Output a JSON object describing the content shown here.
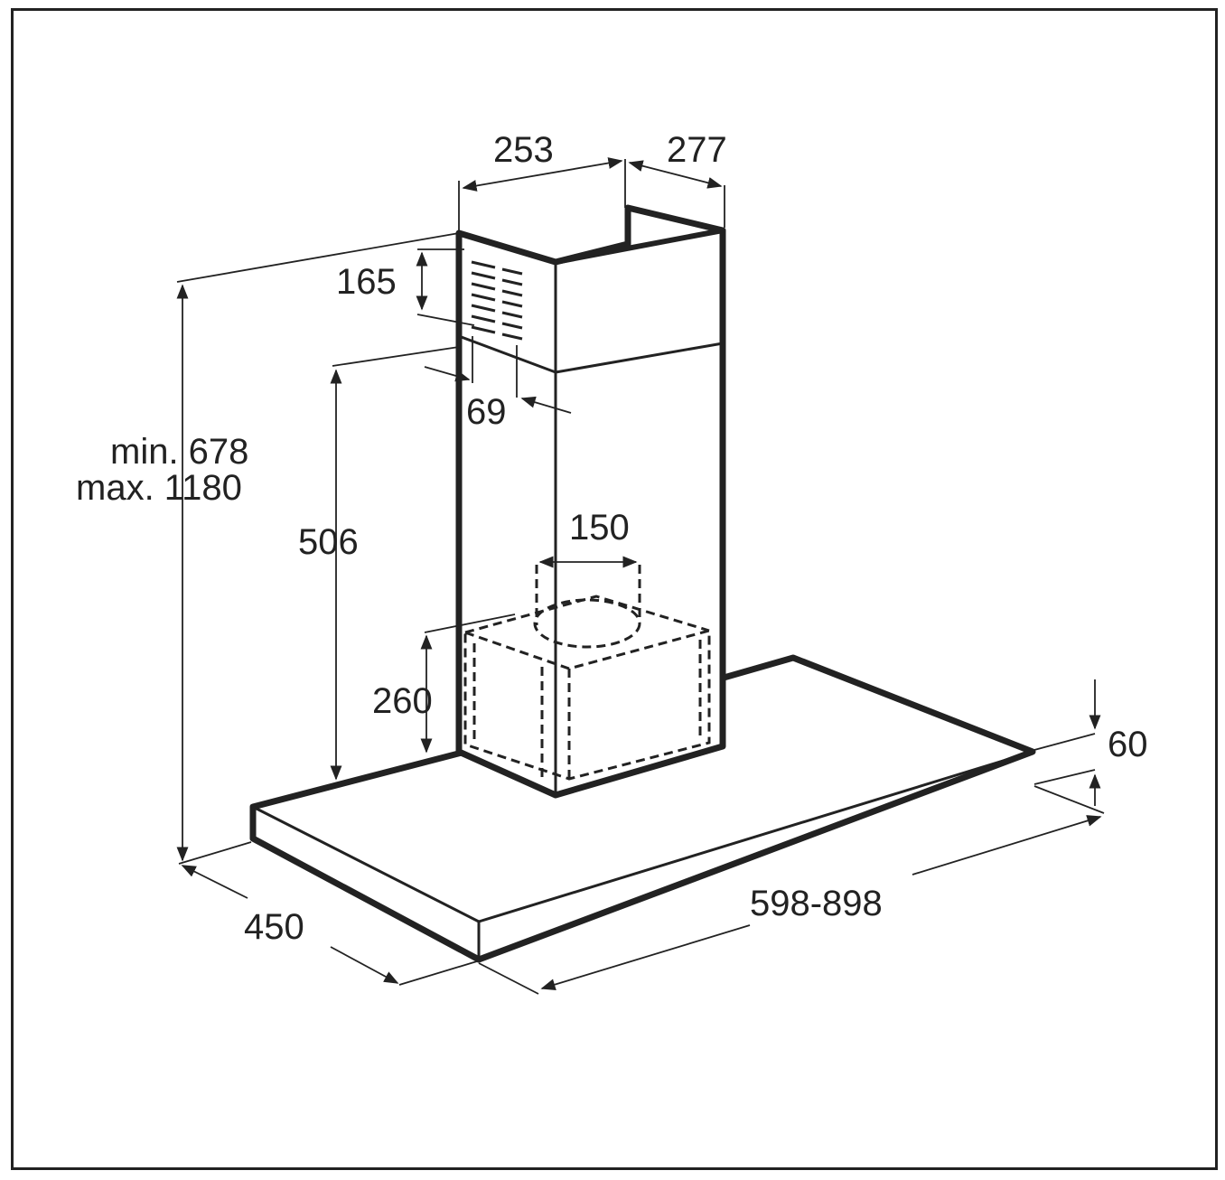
{
  "dimensions": {
    "chimney_width": "253",
    "chimney_depth": "277",
    "vent_height": "165",
    "vent_offset": "69",
    "duct_diameter": "150",
    "height_range_min": "min. 678",
    "height_range_max": "max. 1180",
    "motor_clearance": "506",
    "motor_height": "260",
    "canopy_thickness": "60",
    "canopy_width": "598-898",
    "canopy_depth": "450"
  },
  "colors": {
    "line": "#222222",
    "background": "#ffffff"
  }
}
